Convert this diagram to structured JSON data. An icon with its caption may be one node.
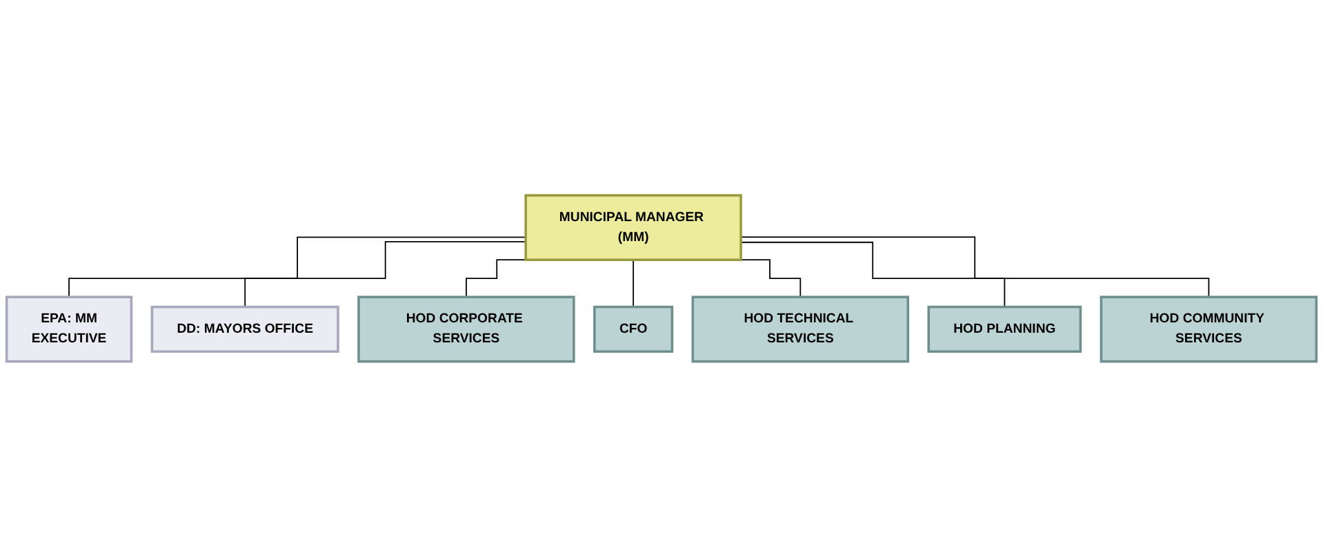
{
  "diagram": {
    "nodes": [
      {
        "text": [
          "MUNICIPAL MANAGER (MM)"
        ]
      },
      {
        "text": [
          "EPA: MM",
          "EXECUTIVE"
        ]
      },
      {
        "text": [
          "DD: MAYORS OFFICE"
        ]
      },
      {
        "text": [
          "HOD CORPORATE SERVICES"
        ]
      },
      {
        "text": [
          "CFO"
        ]
      },
      {
        "text": [
          "HOD TECHNICAL SERVICES"
        ]
      },
      {
        "text": [
          "HOD PLANNING"
        ]
      },
      {
        "text": [
          "HOD COMMUNITY SERVICES"
        ]
      }
    ],
    "edges": [
      {
        "from": 0,
        "to": 1,
        "arrow": "none"
      },
      {
        "from": 0,
        "to": 2,
        "arrow": "none"
      },
      {
        "from": 0,
        "to": 3,
        "arrow": "none"
      },
      {
        "from": 0,
        "to": 4,
        "arrow": "none"
      },
      {
        "from": 0,
        "to": 5,
        "arrow": "none"
      },
      {
        "from": 0,
        "to": 6,
        "arrow": "none"
      },
      {
        "from": 0,
        "to": 7,
        "arrow": "none"
      }
    ]
  }
}
